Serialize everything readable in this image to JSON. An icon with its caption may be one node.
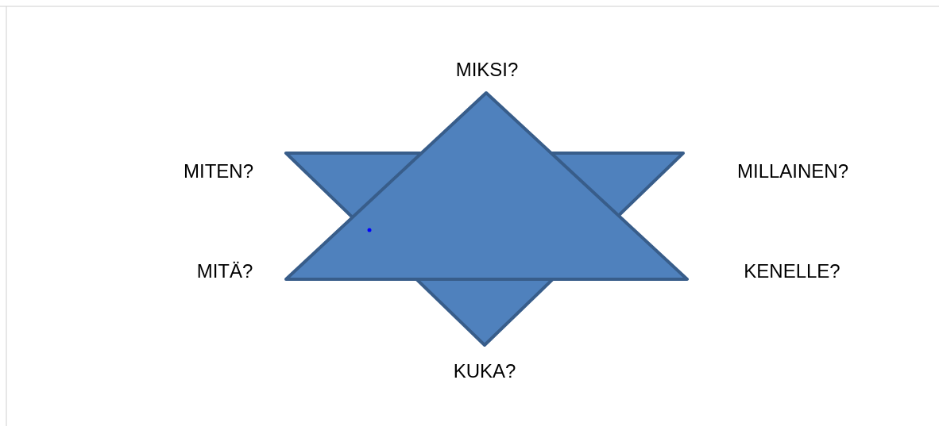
{
  "diagram": {
    "labels": [
      "MIKSI?",
      "MITEN?",
      "MILLAINEN?",
      "MITÄ?",
      "KENELLE?",
      "KUKA?"
    ]
  }
}
